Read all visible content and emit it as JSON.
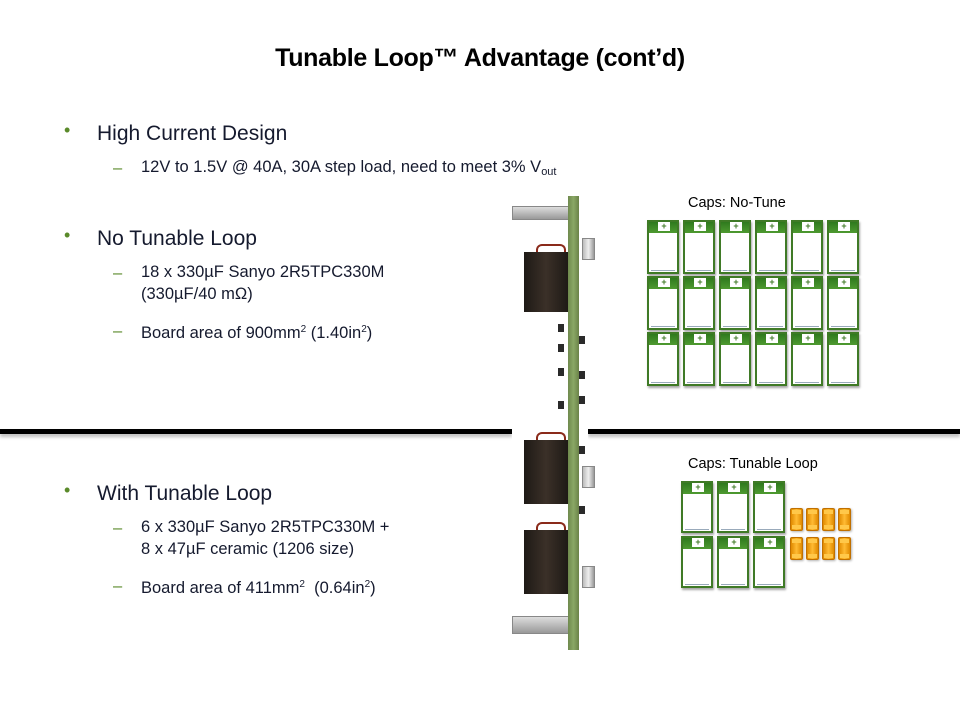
{
  "title": "Tunable Loop™ Advantage (cont’d)",
  "bullets": [
    {
      "label": "High Current Design",
      "subs": [
        {
          "text": "12V to 1.5V @ 40A, 30A step load, need to meet 3% V",
          "subscript": "out"
        }
      ]
    },
    {
      "label": "No Tunable Loop",
      "subs": [
        {
          "line1": "18 x 330µF Sanyo 2R5TPC330M",
          "line2": "(330µF/40 mΩ)"
        },
        {
          "text": "Board area of 900mm",
          "sup1": "2",
          "mid": " (1.40in",
          "sup2": "2",
          "end": ")"
        }
      ]
    },
    {
      "label": "With Tunable Loop",
      "subs": [
        {
          "line1": "6 x 330µF Sanyo 2R5TPC330M +",
          "line2": "8 x 47µF ceramic (1206 size)"
        },
        {
          "text": "Board area of 411mm",
          "sup1": "2",
          "mid": "  (0.64in",
          "sup2": "2",
          "end": ")"
        }
      ]
    }
  ],
  "bullet_glyph": "•",
  "dash_glyph": "–",
  "plus_glyph": "+",
  "diagrams": {
    "no_tune": {
      "label": "Caps: No-Tune",
      "polymer_caps": 18,
      "rows": 3,
      "cols": 6
    },
    "tunable": {
      "label": "Caps: Tunable Loop",
      "polymer_caps": 6,
      "polymer_rows": 2,
      "polymer_cols": 3,
      "ceramic_caps": 8,
      "ceramic_rows": 2,
      "ceramic_cols": 4
    }
  },
  "colors": {
    "accent_green": "#5a8a2a",
    "cap_green": "#3f7a26",
    "ceramic_orange": "#f0a020"
  }
}
